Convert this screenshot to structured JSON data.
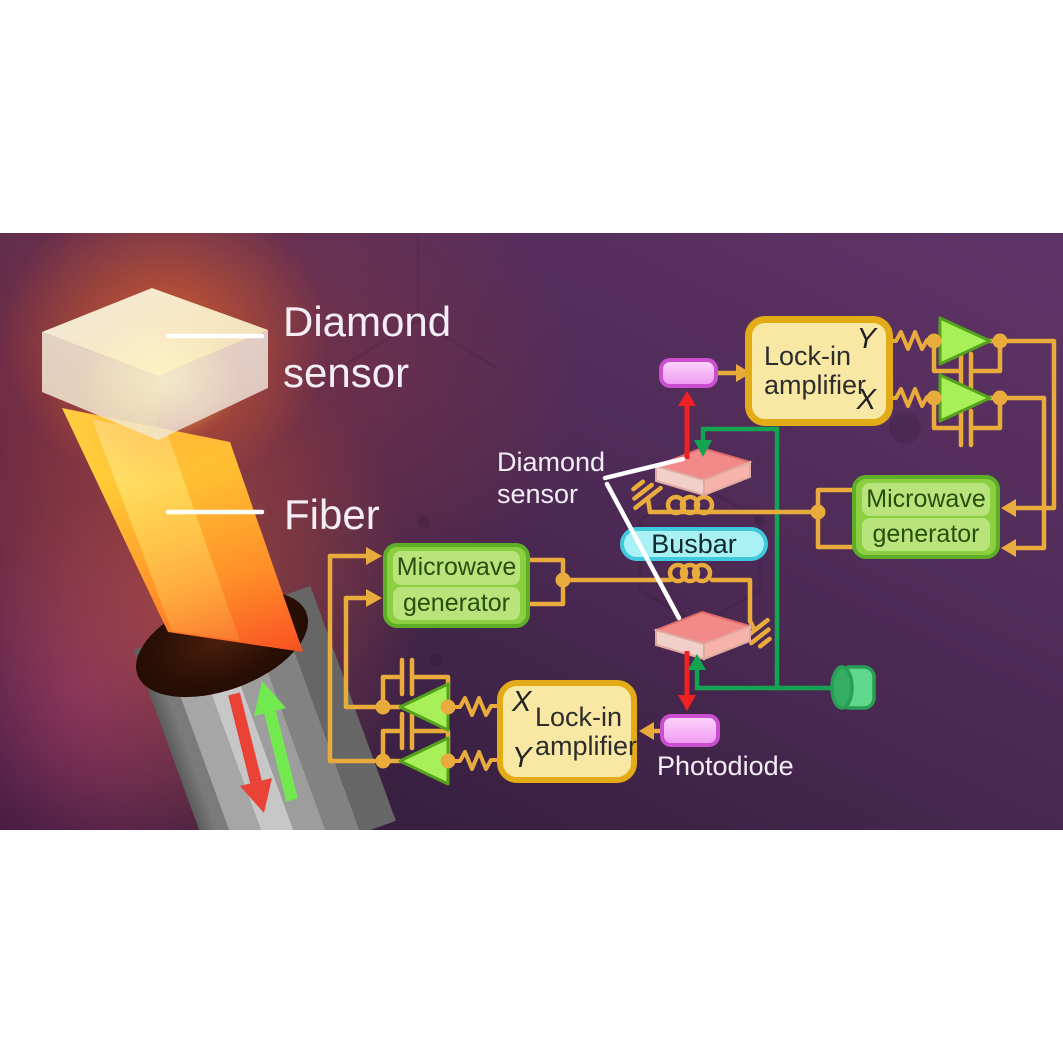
{
  "left_illustration": {
    "diamond_sensor_label": "Diamond sensor",
    "fiber_label": "Fiber"
  },
  "circuit": {
    "diamond_sensor_label": "Diamond sensor",
    "busbar_label": "Busbar",
    "photodiode_label": "Photodiode",
    "lockin_top": {
      "title": "Lock-in amplifier",
      "top_port": "Y",
      "bottom_port": "X"
    },
    "lockin_bottom": {
      "title": "Lock-in amplifier",
      "top_port": "X",
      "bottom_port": "Y"
    },
    "microwave_generator_right": {
      "line1": "Microwave",
      "line2": "generator"
    },
    "microwave_generator_left": {
      "line1": "Microwave",
      "line2": "generator"
    }
  },
  "colors": {
    "background_purple": "#4b2953",
    "wire_gold": "#e8ab3c",
    "laser_green": "#14a351",
    "fluorescence_red": "#ee2222",
    "lockin_fill": "#f8e8a4",
    "lockin_border": "#e3ab17",
    "generator_fill": "#8ccf40",
    "generator_border": "#5fae27",
    "busbar_fill": "#a9f1f5",
    "busbar_border": "#3fc9de",
    "photodiode_fill": "#f4a9f4",
    "photodiode_border": "#c94fd0",
    "sensor_pink": "#f28a8a",
    "opamp_green": "#a8f05a"
  }
}
